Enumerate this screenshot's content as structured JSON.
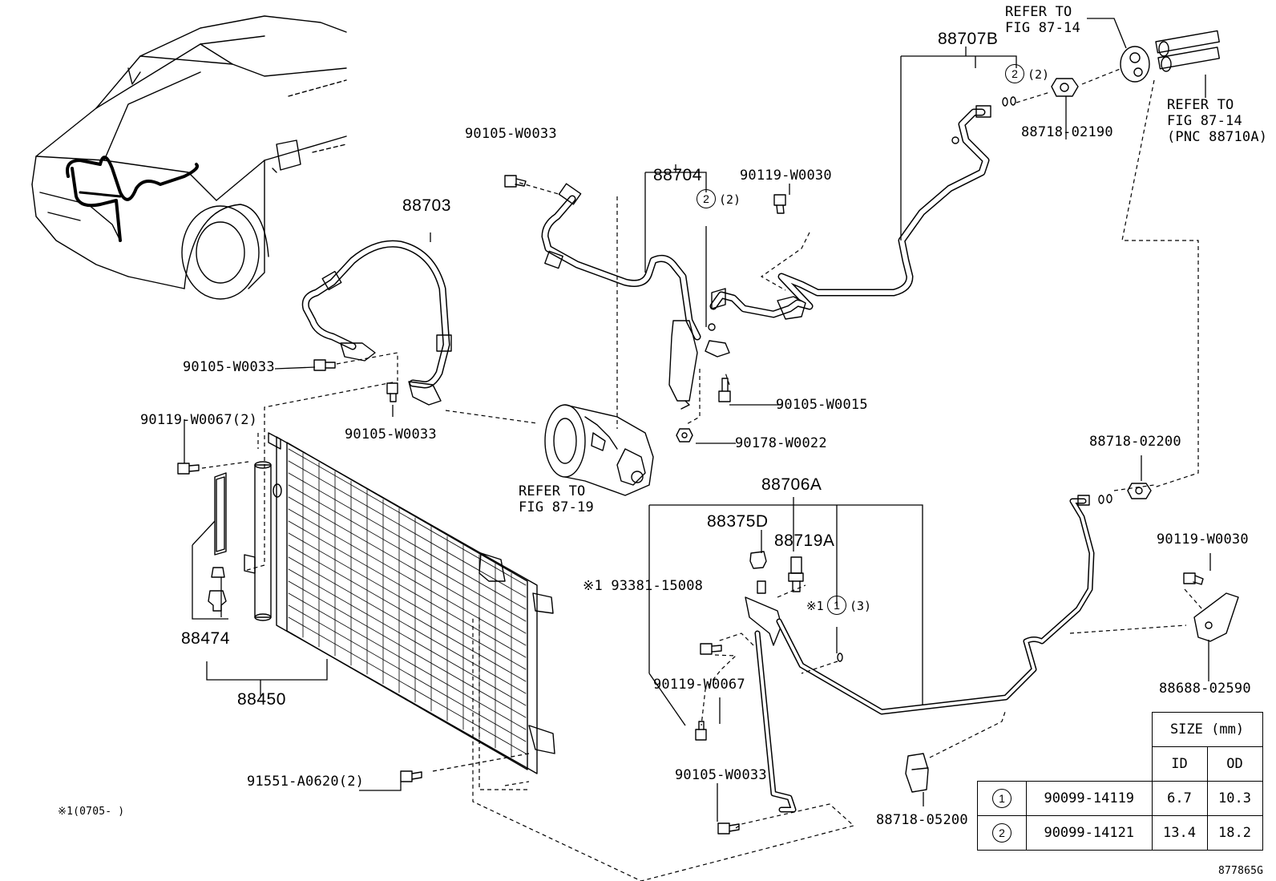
{
  "diagram": {
    "part_labels": {
      "p88703": "88703",
      "p88704": "88704",
      "p88707b": "88707B",
      "p88706a": "88706A",
      "p88375d": "88375D",
      "p88719a": "88719A",
      "p88474": "88474",
      "p88450": "88450",
      "p88718_02190": "88718-02190",
      "p88718_02200": "88718-02200",
      "p88718_05200": "88718-05200",
      "p88688_02590": "88688-02590",
      "p90105_w0033_top": "90105-W0033",
      "p90105_w0033_left": "90105-W0033",
      "p90105_w0033_mid": "90105-W0033",
      "p90105_w0033_bottom": "90105-W0033",
      "p90105_w0015": "90105-W0015",
      "p90119_w0030_top": "90119-W0030",
      "p90119_w0030_right": "90119-W0030",
      "p90119_w0067_2": "90119-W0067(2)",
      "p90119_w0067": "90119-W0067",
      "p90178_w0022": "90178-W0022",
      "p93381": "※1 93381-15008",
      "p91551": "91551-A0620(2)"
    },
    "refer_labels": {
      "top_left_1": "REFER TO",
      "top_left_2": "FIG 87-14",
      "top_right_1": "REFER TO",
      "top_right_2": "FIG 87-14",
      "top_right_3": "(PNC 88710A)",
      "compressor_1": "REFER TO",
      "compressor_2": "FIG 87-19"
    },
    "callouts": {
      "c2_top_num": "2",
      "c2_top_qty": "(2)",
      "c2_mid_num": "2",
      "c2_mid_qty": "(2)",
      "c1_num": "1",
      "c1_qty": "(3)",
      "c1_mark": "※1"
    },
    "footnote": "※1(0705-      )",
    "figure_code": "877865G"
  },
  "size_table": {
    "title": "SIZE (mm)",
    "col_id": "ID",
    "col_od": "OD",
    "rows": [
      {
        "key": "1",
        "part": "90099-14119",
        "id": "6.7",
        "od": "10.3"
      },
      {
        "key": "2",
        "part": "90099-14121",
        "id": "13.4",
        "od": "18.2"
      }
    ]
  }
}
